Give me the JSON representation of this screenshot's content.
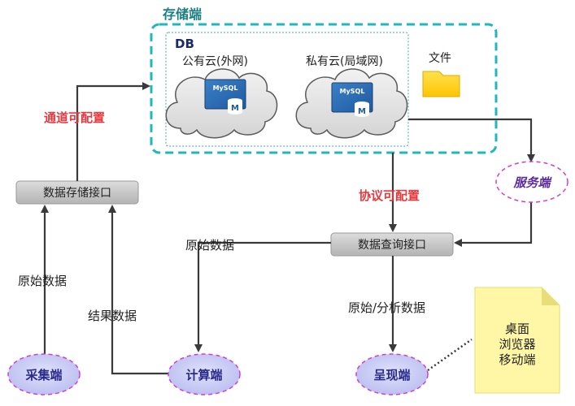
{
  "storage": {
    "title": "存储端",
    "db_label": "DB"
  },
  "clouds": {
    "public": {
      "label": "公有云(外网)",
      "db_text": "MySQL",
      "db_mark": "M"
    },
    "private": {
      "label": "私有云(局域网)",
      "db_text": "MySQL",
      "db_mark": "M"
    }
  },
  "file": {
    "label": "文件",
    "color": "#ffd11a"
  },
  "interfaces": {
    "store": "数据存储接口",
    "query": "数据查询接口"
  },
  "labels": {
    "channel_config": "通道可配置",
    "protocol_config": "协议可配置",
    "raw_data_left": "原始数据",
    "raw_data_top": "原始数据",
    "result_data": "结果数据",
    "raw_analysis": "原始/分析数据"
  },
  "nodes": {
    "collector": "采集端",
    "compute": "计算端",
    "presenter": "呈现端",
    "service": "服务端"
  },
  "note": {
    "lines": [
      "桌面",
      "浏览器",
      "移动端"
    ]
  },
  "colors": {
    "accent_red": "#e8383d",
    "teal_border": "#1fb8b8",
    "node_fill": "#c9cdf3",
    "node_border": "#d63ad6",
    "node_text": "#2a2a8a",
    "interface_fill": "#c8c8c8",
    "note_fill": "#fff7a6"
  }
}
